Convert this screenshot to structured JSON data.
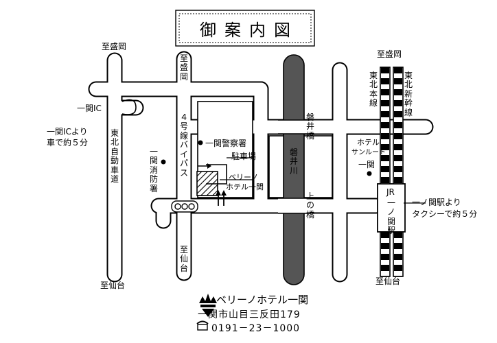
{
  "title": "御案内図",
  "labels": {
    "to_morioka_left": "至盛岡",
    "to_morioka_mid": "至盛岡",
    "to_morioka_right": "至盛岡",
    "to_sendai_left": "至仙台",
    "to_sendai_mid": "至仙台",
    "to_sendai_right": "至仙台",
    "ichinoseki_ic": "一関IC",
    "from_ic_line1": "一関ICより",
    "from_ic_line2": "車で約５分",
    "tohoku_expressway": "東北自動車道",
    "route4_bypass": "４号線バイパス",
    "fire_station": "一関消防署",
    "police_station": "一関警察署",
    "parking": "駐車場",
    "hotel_short_line1": "ベリーノ",
    "hotel_short_line2": "ホテル一関",
    "iwai_bridge": "磐井橋",
    "iwai_river": "磐井川",
    "kami_bridge": "上の橋",
    "hotel_sanroute_line1": "ホテル",
    "hotel_sanroute_line2": "サンルート",
    "hotel_sanroute_line3": "一関",
    "tohoku_main_line": "東北本線",
    "tohoku_shinkansen": "東北新幹線",
    "jr_station_prefix": "JR",
    "jr_station_name": "一ノ関駅",
    "from_station_line1": "一ノ関駅より",
    "from_station_line2": "タクシーで約５分"
  },
  "footer": {
    "hotel_name": "ベリーノホテル一関",
    "address": "一関市山目三反田179",
    "phone": "0191－23－1000",
    "phone_icon": "telephone-icon",
    "logo_icon": "crown-logo-icon"
  }
}
